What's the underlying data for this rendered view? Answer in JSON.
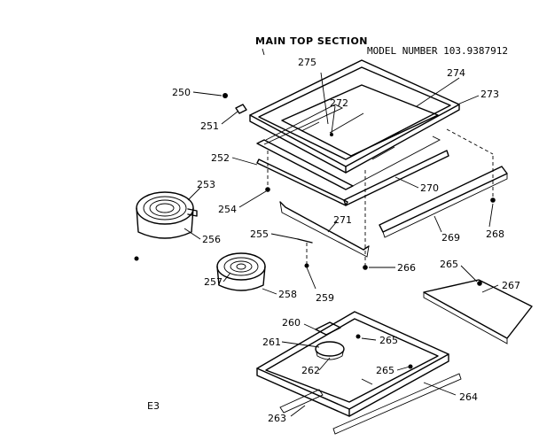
{
  "header": {
    "section_title": "MAIN TOP SECTION",
    "model_number": "MODEL NUMBER 103.9387912"
  },
  "corner_code": "E3",
  "callouts": {
    "c250": "250",
    "c251": "251",
    "c252": "252",
    "c253": "253",
    "c254": "254",
    "c255": "255",
    "c256": "256",
    "c257": "257",
    "c258": "258",
    "c259": "259",
    "c260": "260",
    "c261": "261",
    "c262": "262",
    "c263": "263",
    "c264": "264",
    "c265a": "265",
    "c265b": "265",
    "c265c": "265",
    "c266": "266",
    "c267": "267",
    "c268": "268",
    "c269": "269",
    "c270": "270",
    "c271": "271",
    "c272": "272",
    "c273": "273",
    "c274": "274",
    "c275": "275"
  }
}
